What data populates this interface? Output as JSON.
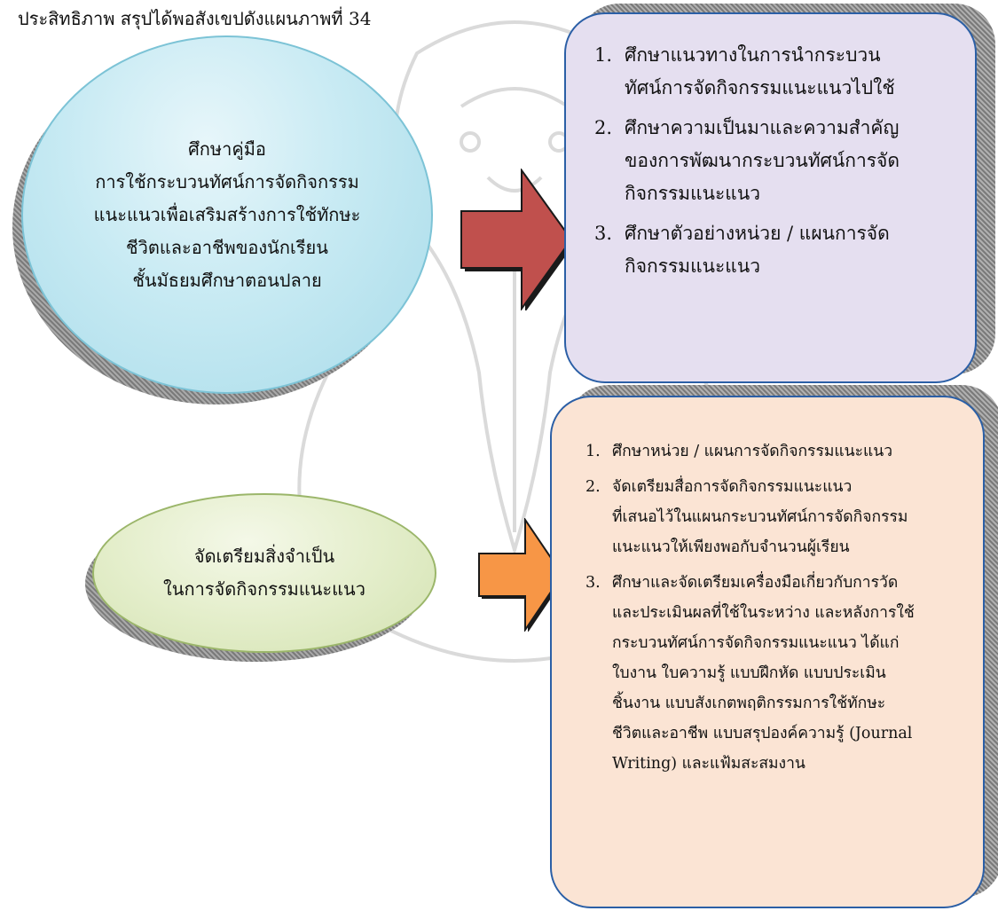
{
  "caption": "ประสิทธิภาพ สรุปได้พอสังเขปดังแผนภาพที่ 34",
  "steps": [
    {
      "oval_lines": [
        "ศึกษาคู่มือ",
        "การใช้กระบวนทัศน์การจัดกิจกรรม",
        "แนะแนวเพื่อเสริมสร้างการใช้ทักษะ",
        "ชีวิตและอาชีพของนักเรียน",
        "ชั้นมัธยมศึกษาตอนปลาย"
      ],
      "oval_color": "#b7e1ec",
      "arrow_color": "#c0504d",
      "box_color": "#e5dff0",
      "items": [
        {
          "number": "1.",
          "lines": [
            "ศึกษาแนวทางในการนำกระบวน",
            "ทัศน์การจัดกิจกรรมแนะแนวไปใช้"
          ]
        },
        {
          "number": "2.",
          "lines": [
            "ศึกษาความเป็นมาและความสำคัญ",
            "ของการพัฒนากระบวนทัศน์การจัด",
            "กิจกรรมแนะแนว"
          ]
        },
        {
          "number": "3.",
          "lines": [
            "ศึกษาตัวอย่างหน่วย / แผนการจัด",
            "กิจกรรมแนะแนว"
          ]
        }
      ]
    },
    {
      "oval_lines": [
        "จัดเตรียมสิ่งจำเป็น",
        "ในการจัดกิจกรรมแนะแนว"
      ],
      "oval_color": "#dde8c2",
      "arrow_color": "#f79646",
      "box_color": "#fbe4d4",
      "items": [
        {
          "number": "1.",
          "lines": [
            "ศึกษาหน่วย / แผนการจัดกิจกรรมแนะแนว"
          ]
        },
        {
          "number": "2.",
          "lines": [
            "จัดเตรียมสื่อการจัดกิจกรรมแนะแนว",
            "ที่เสนอไว้ในแผนกระบวนทัศน์การจัดกิจกรรม",
            "แนะแนวให้เพียงพอกับจำนวนผู้เรียน"
          ]
        },
        {
          "number": "3.",
          "lines": [
            "ศึกษาและจัดเตรียมเครื่องมือเกี่ยวกับการวัด",
            "และประเมินผลที่ใช้ในระหว่าง และหลังการใช้",
            "กระบวนทัศน์การจัดกิจกรรมแนะแนว ได้แก่",
            "ใบงาน ใบความรู้ แบบฝึกหัด แบบประเมิน",
            "ชิ้นงาน แบบสังเกตพฤติกรรมการใช้ทักษะ",
            "ชีวิตและอาชีพ แบบสรุปองค์ความรู้ (Journal",
            "Writing) และแฟ้มสะสมงาน"
          ]
        }
      ]
    }
  ]
}
